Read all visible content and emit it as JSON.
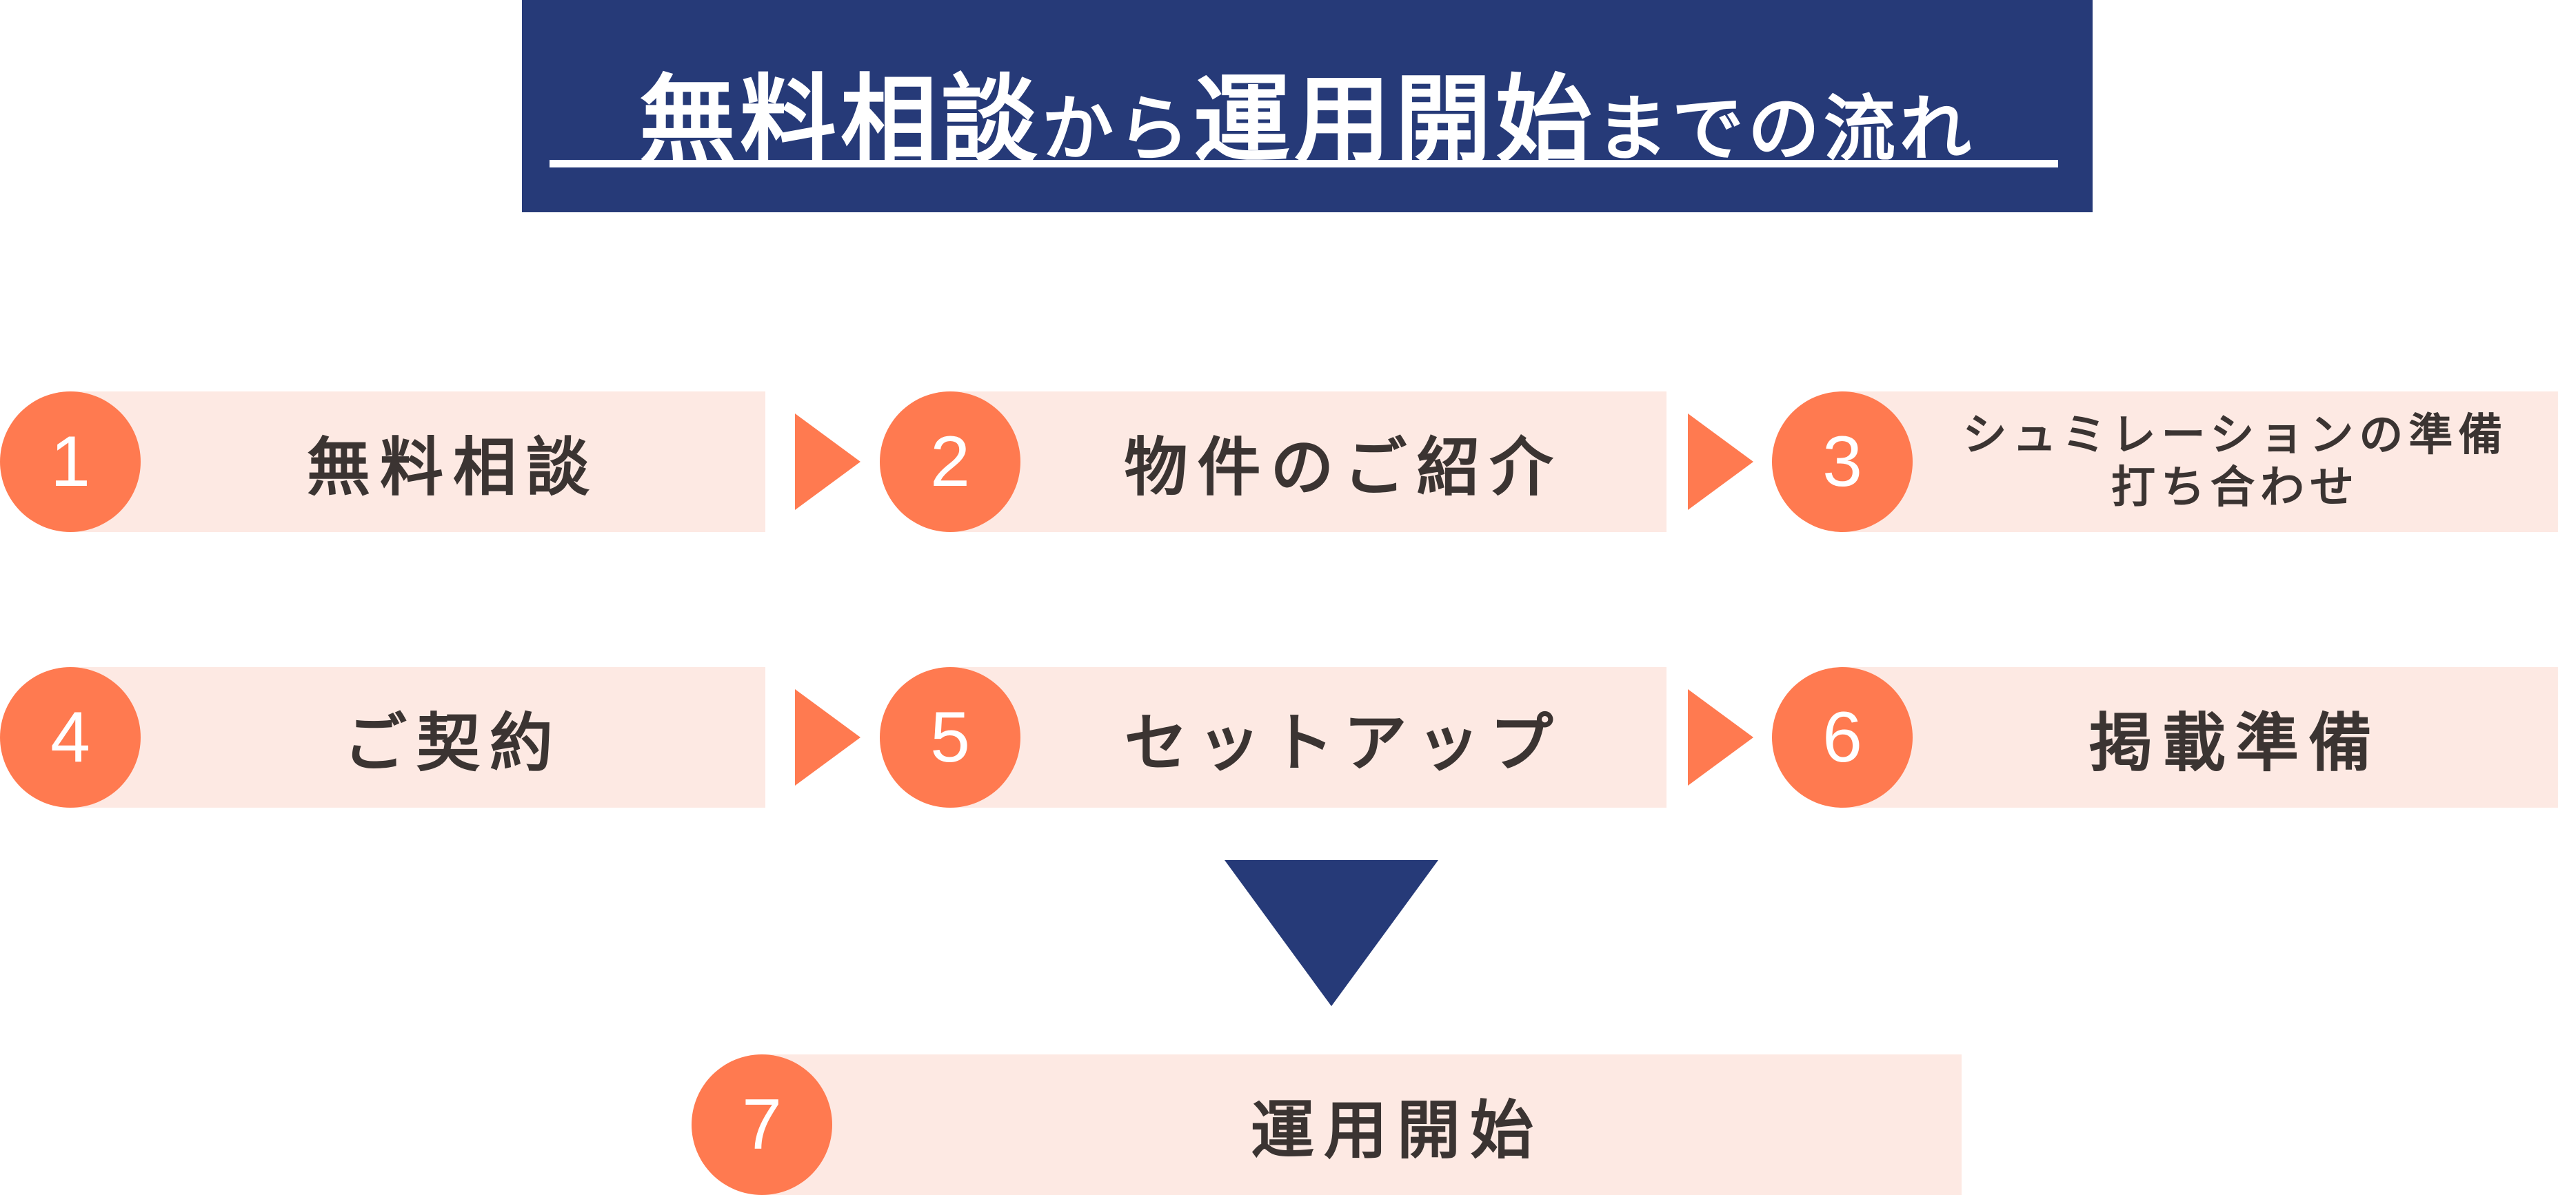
{
  "header": {
    "title_parts": [
      "無料相談",
      "から",
      "運用開始",
      "までの流れ"
    ]
  },
  "steps": [
    {
      "num": "1",
      "label": "無料相談"
    },
    {
      "num": "2",
      "label": "物件のご紹介"
    },
    {
      "num": "3",
      "label_line1": "シュミレーションの準備",
      "label_line2": "打ち合わせ"
    },
    {
      "num": "4",
      "label": "ご契約"
    },
    {
      "num": "5",
      "label": "セットアップ"
    },
    {
      "num": "6",
      "label": "掲載準備"
    },
    {
      "num": "7",
      "label": "運用開始"
    }
  ],
  "colors": {
    "navy": "#263a78",
    "orange": "#ff7a50",
    "box_bg": "#fde9e3",
    "text": "#3b3432"
  },
  "icons": {
    "right_arrow": "triangle-right-icon",
    "down_arrow": "triangle-down-icon"
  }
}
